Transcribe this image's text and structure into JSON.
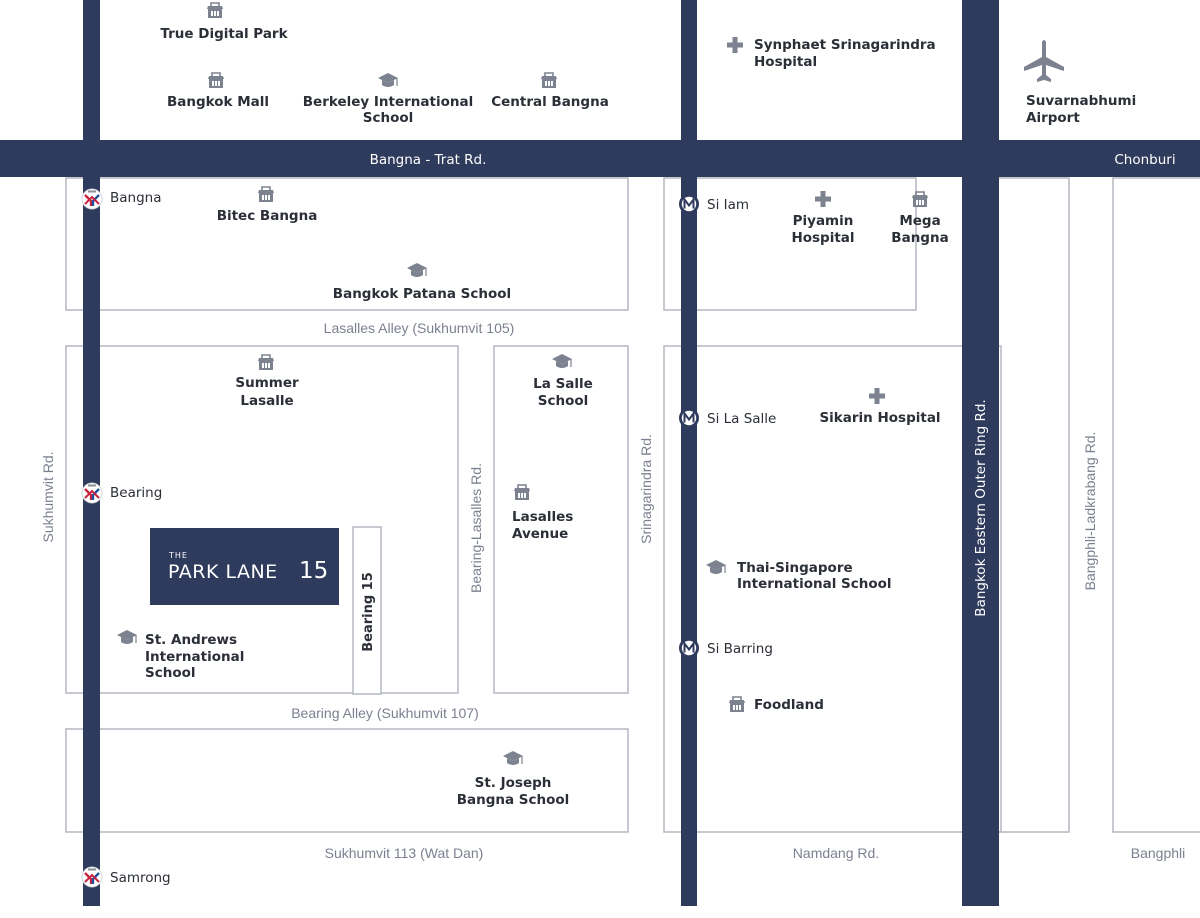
{
  "colors": {
    "main_road": "#2f3b5c",
    "block_outline": "#b3b7bf",
    "icon": "#7d8291",
    "text": "#2b2f37",
    "road_text": "#7b8190",
    "bts_red": "#c8243f",
    "bts_blue": "#1f4f9c"
  },
  "roads": {
    "bangna_trat": "Bangna - Trat Rd.",
    "chonburi": "Chonburi",
    "sukhumvit": "Sukhumvit Rd.",
    "lasalles_alley": "Lasalles Alley (Sukhumvit 105)",
    "bearing_alley": "Bearing Alley (Sukhumvit 107)",
    "sukhumvit_113": "Sukhumvit 113 (Wat Dan)",
    "bearing_lasalles": "Bearing-Lasalles Rd.",
    "srinagarindra": "Srinagarindra Rd.",
    "outer_ring": "Bangkok Eastern Outer Ring Rd.",
    "bangphli_ladkrabang": "Bangphli-Ladkrabang Rd.",
    "namdang": "Namdang Rd.",
    "bangphli": "Bangphli",
    "bearing_15": "Bearing 15"
  },
  "stations": {
    "bangna": "Bangna",
    "bearing": "Bearing",
    "samrong": "Samrong",
    "si_iam": "Si Iam",
    "si_la_salle": "Si La Salle",
    "si_barring": "Si Barring"
  },
  "pois": {
    "true_digital_park": "True Digital Park",
    "bangkok_mall": "Bangkok Mall",
    "berkeley_1": "Berkeley International",
    "berkeley_2": "School",
    "central_bangna": "Central Bangna",
    "synphaet_1": "Synphaet Srinagarindra",
    "synphaet_2": "Hospital",
    "airport_1": "Suvarnabhumi",
    "airport_2": "Airport",
    "bitec": "Bitec Bangna",
    "piyamin_1": "Piyamin",
    "piyamin_2": "Hospital",
    "mega_1": "Mega",
    "mega_2": "Bangna",
    "patana": "Bangkok Patana School",
    "summer_1": "Summer",
    "summer_2": "Lasalle",
    "lasalle_school_1": "La Salle",
    "lasalle_school_2": "School",
    "sikarin": "Sikarin Hospital",
    "lasalles_avenue_1": "Lasalles",
    "lasalles_avenue_2": "Avenue",
    "thai_singapore_1": "Thai-Singapore",
    "thai_singapore_2": "International School",
    "st_andrews_1": "St. Andrews",
    "st_andrews_2": "International",
    "st_andrews_3": "School",
    "foodland": "Foodland",
    "st_joseph_1": "St. Joseph",
    "st_joseph_2": "Bangna School"
  },
  "brand": {
    "the": "THE",
    "name": "PARK LANE",
    "number": "15"
  }
}
